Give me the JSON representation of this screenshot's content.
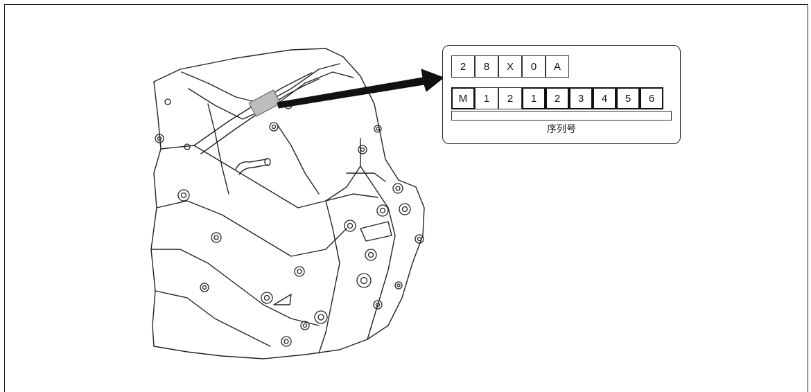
{
  "label": {
    "row1": [
      "2",
      "8",
      "X",
      "0",
      "A"
    ],
    "row2": [
      "M",
      "1",
      "2",
      "1",
      "2",
      "3",
      "4",
      "5",
      "6"
    ],
    "caption": "序列号"
  },
  "colors": {
    "line": "#222222",
    "background": "#ffffff"
  }
}
